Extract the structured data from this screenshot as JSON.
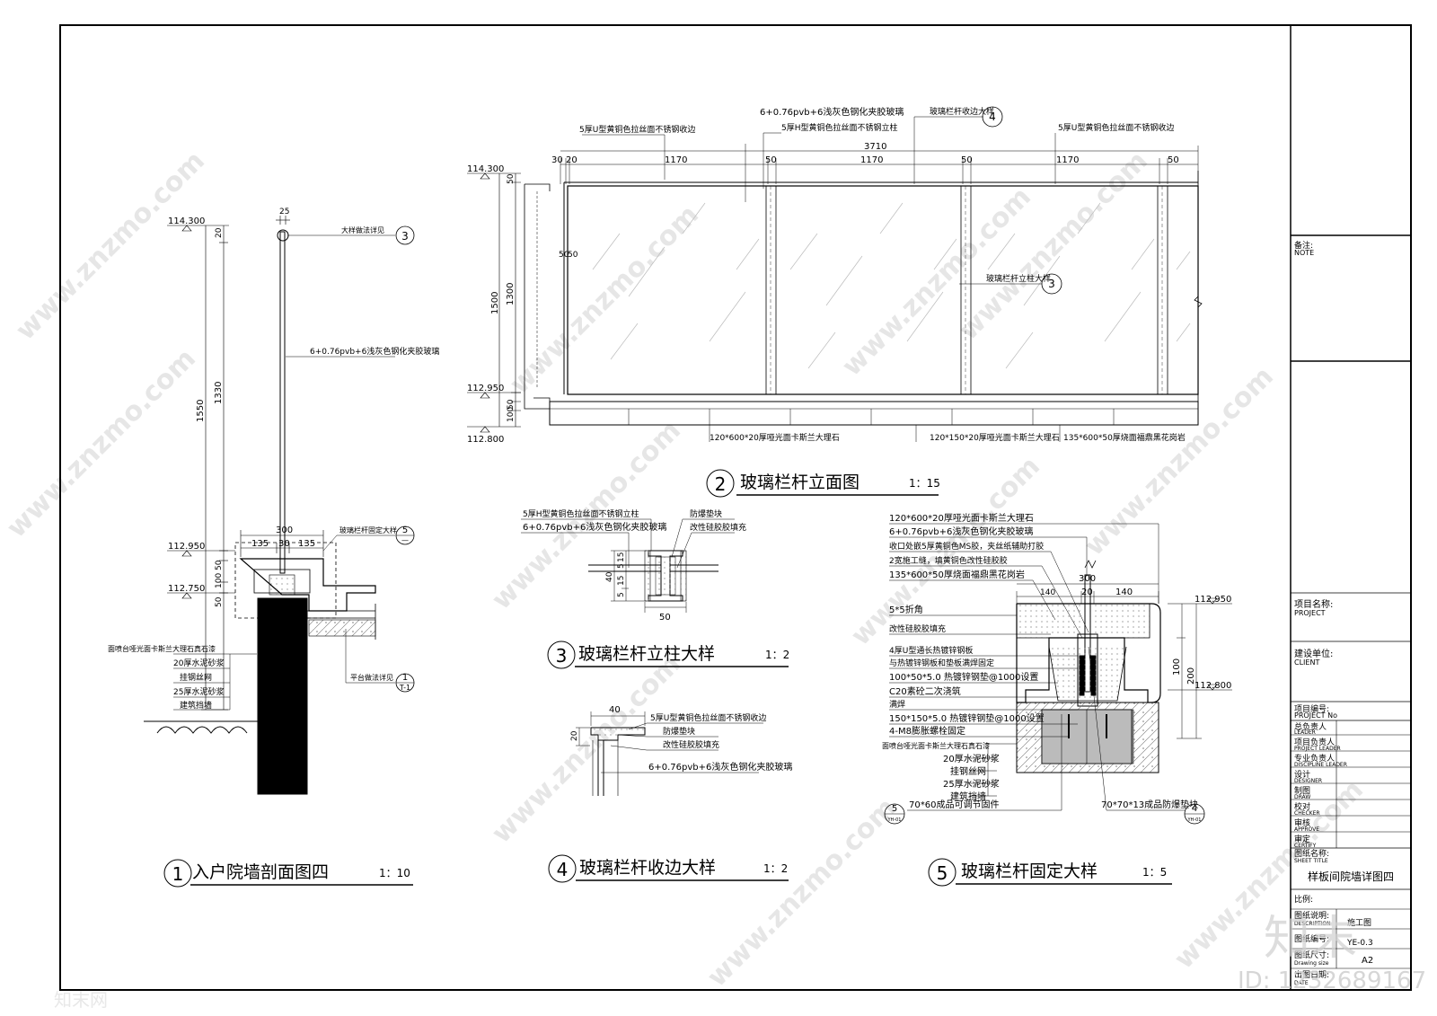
{
  "watermarks": {
    "site": "www.znzmo.com",
    "logo": "知末网",
    "brand": "知末",
    "id": "ID: 1232689167"
  },
  "title_block": {
    "note_cn": "备注:",
    "note_en": "NOTE",
    "project_cn": "项目名称:",
    "project_en": "PROJECT",
    "client_cn": "建设单位:",
    "client_en": "CLIENT",
    "project_no_cn": "项目编号:",
    "project_no_en": "PROJECT No",
    "roles": [
      {
        "cn": "总负责人",
        "en": "LEADER"
      },
      {
        "cn": "项目负责人",
        "en": "PROJECT LEADER"
      },
      {
        "cn": "专业负责人",
        "en": "DISCIPLINE LEADER"
      },
      {
        "cn": "设计",
        "en": "DESIGNER"
      },
      {
        "cn": "制图",
        "en": "DRAW"
      },
      {
        "cn": "校对",
        "en": "CHECKER"
      },
      {
        "cn": "审核",
        "en": "APPROVE"
      },
      {
        "cn": "审定",
        "en": "CERTIFY"
      }
    ],
    "sheet_title_cn": "图纸名称:",
    "sheet_title_en": "SHEET TITLE",
    "sheet_title": "样板间院墙详图四",
    "scale_cn": "比例:",
    "desc_cn": "图纸说明:",
    "desc_en": "DESCRIPTION",
    "desc_value": "施工图",
    "no_cn": "图纸编号:",
    "no_value": "YE-0.3",
    "size_cn": "图纸尺寸:",
    "size_en": "Drawing size",
    "size_value": "A2",
    "date_cn": "出图日期:",
    "date_en": "DATE"
  },
  "drawings": {
    "d1": {
      "num": "1",
      "title": "入户院墙剖面图四",
      "scale": "1：10",
      "elev": [
        "114.300",
        "112.950",
        "112.750"
      ],
      "dims": [
        "25",
        "20",
        "1550",
        "1330",
        "300",
        "135",
        "30",
        "135",
        "50",
        "100",
        "50"
      ],
      "labels": {
        "detail3": "大样做法详见",
        "glass": "6+0.76pvb+6浅灰色钢化夹胶玻璃",
        "fix": "玻璃栏杆固定大样",
        "platform": "平台做法详见",
        "layers": [
          "面喷台哑光面卡斯兰大理石真石漆",
          "20厚水泥砂浆",
          "挂钢丝网",
          "25厚水泥砂浆",
          "建筑挡墙"
        ]
      },
      "refs": {
        "r3": "3",
        "r5": "5",
        "r5sub": "—",
        "r1": "1",
        "r1sub": "T-1"
      }
    },
    "d2": {
      "num": "2",
      "title": "玻璃栏杆立面图",
      "scale": "1：15",
      "elev": [
        "114.300",
        "112.950",
        "112.800"
      ],
      "dims_top": [
        "30",
        "20",
        "1170",
        "50",
        "1170",
        "50",
        "1170",
        "50",
        "3710"
      ],
      "dims_left": [
        "50",
        "1500",
        "1300",
        "50",
        "50",
        "100",
        "50"
      ],
      "labels": {
        "u_edge": "5厚U型黄铜色拉丝面不锈钢收边",
        "glass": "6+0.76pvb+6浅灰色钢化夹胶玻璃",
        "h_post": "5厚H型黄铜色拉丝面不锈钢立柱",
        "edge_detail": "玻璃栏杆收边大样",
        "u_edge2": "5厚U型黄铜色拉丝面不锈钢收边",
        "post_detail": "玻璃栏杆立柱大样",
        "m1": "120*600*20厚哑光面卡斯兰大理石",
        "m2": "120*150*20厚哑光面卡斯兰大理石",
        "m3": "135*600*50厚烧面福鼎黑花岗岩"
      },
      "refs": {
        "r4": "4",
        "r3": "3"
      }
    },
    "d3": {
      "num": "3",
      "title": "玻璃栏杆立柱大样",
      "scale": "1：2",
      "dims": [
        "15",
        "5",
        "40",
        "15",
        "5",
        "50"
      ],
      "labels": [
        "5厚H型黄铜色拉丝面不锈钢立柱",
        "6+0.76pvb+6浅灰色钢化夹胶玻璃",
        "防爆垫块",
        "改性硅胶胶填充"
      ]
    },
    "d4": {
      "num": "4",
      "title": "玻璃栏杆收边大样",
      "scale": "1：2",
      "dims": [
        "40",
        "20"
      ],
      "labels": [
        "5厚U型黄铜色拉丝面不锈钢收边",
        "防爆垫块",
        "改性硅胶胶填充",
        "6+0.76pvb+6浅灰色钢化夹胶玻璃"
      ]
    },
    "d5": {
      "num": "5",
      "title": "玻璃栏杆固定大样",
      "scale": "1：5",
      "elev": [
        "112.950",
        "112.800"
      ],
      "dims": [
        "300",
        "140",
        "20",
        "140",
        "100",
        "200"
      ],
      "labels_top": [
        "120*600*20厚哑光面卡斯兰大理石",
        "6+0.76pvb+6浅灰色钢化夹胶玻璃",
        "收口处嵌5厚黄铜色MS胶，夹丝纸辅助打胶",
        "2宽施工缝，填黄铜色改性硅胶胶",
        "135*600*50厚烧面福鼎黑花岗岩"
      ],
      "labels_left": [
        "5*5折角",
        "改性硅胶胶填充",
        "4厚U型通长热镀锌钢板",
        "与热镀锌钢板和垫板满焊固定",
        "100*50*5.0  热镀锌钢垫@1000设置",
        "C20素砼二次浇筑",
        "满焊",
        "150*150*5.0  热镀锌钢垫@1000设置",
        "4-M8膨胀螺栓固定"
      ],
      "labels_layers": [
        "面喷台哑光面卡斯兰大理石真石漆",
        "20厚水泥砂浆",
        "挂钢丝网",
        "25厚水泥砂浆",
        "建筑挡墙"
      ],
      "label_bl": "70*60成品可调节固件",
      "label_br": "70*70*13成品防爆垫块",
      "refs": {
        "r5": "5",
        "r5sub": "YH-01",
        "r4": "4",
        "r4sub": "YH-01"
      }
    }
  }
}
